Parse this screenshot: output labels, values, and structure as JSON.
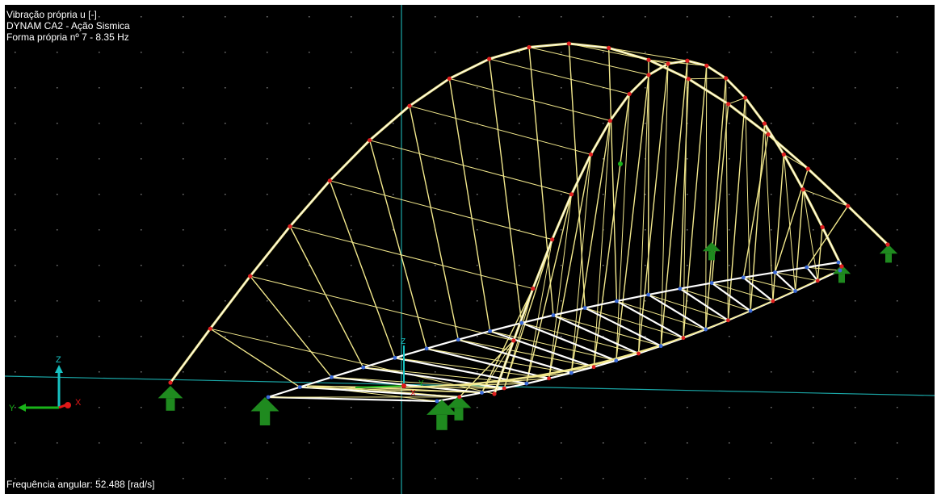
{
  "header": {
    "line1": "Vibração própria  u [-]",
    "line2": "DYNAM CA2 - Ação Sismica",
    "line3": "Forma própria nº 7 - 8.35 Hz"
  },
  "footer": {
    "frequency_text": "Frequência angular: 52.488 [rad/s]"
  },
  "axes_triad": {
    "z_label": "Z",
    "y_label": "Y",
    "x_label": "X"
  },
  "origin_marker": {
    "z_label": "Z",
    "y_label": "Y",
    "x_label": "X"
  },
  "colors": {
    "background": "#000000",
    "member": "#f2e88c",
    "deformed_member": "#ffffff",
    "node": "#e02020",
    "deck_node": "#3a6ad8",
    "support": "#1f8a1f",
    "grid_dot": "#7a7a7a",
    "global_axis": "#1aa6a6",
    "axis_z": "#17c2c2",
    "axis_y": "#19b319",
    "axis_x": "#e01818"
  }
}
